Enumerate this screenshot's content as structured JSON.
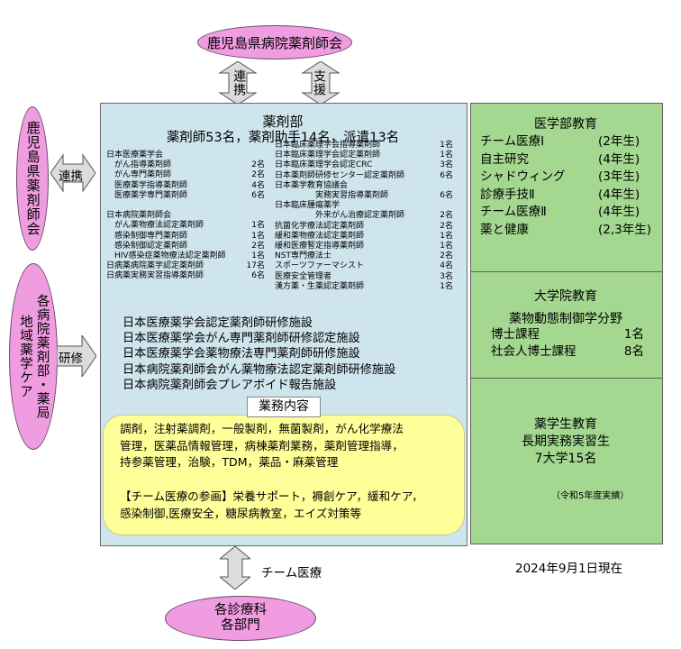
{
  "top": {
    "label": "鹿児島県病院薬剤師会",
    "arrow_left": "連携",
    "arrow_right": "支援"
  },
  "left_top": {
    "label": "鹿児島県薬剤師会",
    "arrow": "連携"
  },
  "left_bottom": {
    "col1": "各病院薬剤部・薬局",
    "col2": "地域薬学ケア",
    "arrow": "研修"
  },
  "bottom": {
    "line1": "各診療科",
    "line2": "各部門",
    "arrow": "チーム医療"
  },
  "main": {
    "title": "薬剤部",
    "staff": "薬剤師53名，薬剤助手14名，派遣13名",
    "certs_left": [
      {
        "t": "日本医療薬学会",
        "c": ""
      },
      {
        "t": "　がん指導薬剤師",
        "c": "2名"
      },
      {
        "t": "　がん専門薬剤師",
        "c": "2名"
      },
      {
        "t": "　医療薬学指導薬剤師",
        "c": "4名"
      },
      {
        "t": "　医療薬学専門薬剤師",
        "c": "6名"
      },
      {
        "t": "",
        "c": ""
      },
      {
        "t": "日本病院薬剤師会",
        "c": ""
      },
      {
        "t": "　がん薬物療法認定薬剤師",
        "c": "1名"
      },
      {
        "t": "　感染制御専門薬剤師",
        "c": "1名"
      },
      {
        "t": "　感染制御認定薬剤師",
        "c": "2名"
      },
      {
        "t": "　HIV感染症薬物療法認定薬剤師",
        "c": "1名"
      },
      {
        "t": "日病薬病院薬学認定薬剤師",
        "c": "17名"
      },
      {
        "t": "日病薬実務実習指導薬剤師",
        "c": "6名"
      }
    ],
    "certs_right": [
      {
        "t": "日本臨床薬理学会指導薬剤師",
        "c": "1名"
      },
      {
        "t": "日本臨床薬理学会認定薬剤師",
        "c": "1名"
      },
      {
        "t": "日本臨床薬理学会認定CRC",
        "c": "3名"
      },
      {
        "t": "日本薬剤師研修センター認定薬剤師",
        "c": "6名"
      },
      {
        "t": "日本薬学教育協議会",
        "c": ""
      },
      {
        "t": "　　　　　実務実習指導薬剤師",
        "c": "6名"
      },
      {
        "t": "日本臨床腫瘍薬学",
        "c": ""
      },
      {
        "t": "　　　　　外来がん治療認定薬剤師",
        "c": "2名"
      },
      {
        "t": "抗菌化学療法認定薬剤師",
        "c": "2名"
      },
      {
        "t": "緩和薬物療法認定薬剤師",
        "c": "1名"
      },
      {
        "t": "緩和医療暫定指導薬剤師",
        "c": "1名"
      },
      {
        "t": "NST専門療法士",
        "c": "2名"
      },
      {
        "t": "スポーツファーマシスト",
        "c": "4名"
      },
      {
        "t": "医療安全管理者",
        "c": "3名"
      },
      {
        "t": "漢方薬・生薬認定薬剤師",
        "c": "1名"
      }
    ],
    "facilities": [
      "日本医療薬学会認定薬剤師研修施設",
      "日本医療薬学会がん専門薬剤師研修認定施設",
      "日本医療薬学会薬物療法専門薬剤師研修施設",
      "日本病院薬剤師会がん薬物療法認定薬剤師研修施設",
      "日本病院薬剤師会プレアボイド報告施設"
    ],
    "duties_label": "業務内容",
    "duties_line1": "調剤，注射薬調剤，一般製剤，無菌製剤，がん化学療法",
    "duties_line2": "管理，医薬品情報管理，病棟薬剤業務，薬剤管理指導，",
    "duties_line3": "持参薬管理，治験，TDM，薬品・麻薬管理",
    "team_line1": "【チーム医療の参画】栄養サポート，褥創ケア，緩和ケア，",
    "team_line2": "感染制御,医療安全，糖尿病教室，エイズ対策等"
  },
  "green": {
    "med_title": "医学部教育",
    "med_items": [
      {
        "n": "チーム医療Ⅰ",
        "y": "(2年生)"
      },
      {
        "n": "自主研究",
        "y": "(4年生)"
      },
      {
        "n": "シャドウィング",
        "y": "(3年生)"
      },
      {
        "n": "診療手技Ⅱ",
        "y": "(4年生)"
      },
      {
        "n": "チーム医療Ⅱ",
        "y": "(4年生)"
      },
      {
        "n": "薬と健康",
        "y": "(2,3年生)"
      }
    ],
    "grad_title": "大学院教育",
    "grad_sub": "薬物動態制御学分野",
    "grad_items": [
      {
        "n": "博士課程",
        "c": "1名"
      },
      {
        "n": "社会人博士課程",
        "c": "8名"
      }
    ],
    "student_title": "薬学生教育",
    "student_line2": "長期実務実習生",
    "student_line3": "7大学15名",
    "student_note": "（令和5年度実績）"
  },
  "date": "2024年9月1日現在"
}
